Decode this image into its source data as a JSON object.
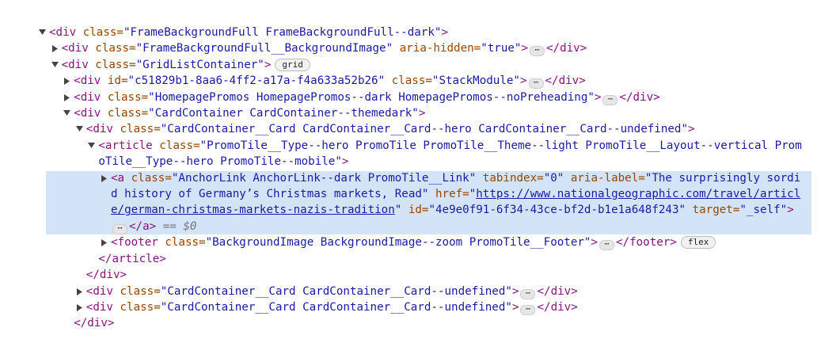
{
  "panel": "elements-dom-tree",
  "colors": {
    "tag": "#881280",
    "attr": "#994500",
    "value": "#1a1aa6",
    "selection": "#d3e3f8"
  },
  "lines": [
    {
      "level": 0,
      "arrow": "open",
      "tokens": [
        [
          "tag",
          "<div"
        ],
        [
          "attr",
          " class="
        ],
        [
          "val",
          "\"FrameBackgroundFull FrameBackgroundFull--dark\""
        ],
        [
          "tag",
          ">"
        ]
      ]
    },
    {
      "level": 1,
      "arrow": "closed",
      "tokens": [
        [
          "tag",
          "<div"
        ],
        [
          "attr",
          " class="
        ],
        [
          "val",
          "\"FrameBackgroundFull__BackgroundImage\""
        ],
        [
          "attr",
          " aria-hidden="
        ],
        [
          "val",
          "\"true\""
        ],
        [
          "tag",
          ">"
        ],
        [
          "ell",
          "⋯"
        ],
        [
          "tag",
          "</div>"
        ]
      ]
    },
    {
      "level": 1,
      "arrow": "open",
      "tokens": [
        [
          "tag",
          "<div"
        ],
        [
          "attr",
          " class="
        ],
        [
          "val",
          "\"GridListContainer\""
        ],
        [
          "tag",
          ">"
        ],
        [
          "badge",
          "grid"
        ]
      ]
    },
    {
      "level": 2,
      "arrow": "closed",
      "tokens": [
        [
          "tag",
          "<div"
        ],
        [
          "attr",
          " id="
        ],
        [
          "val",
          "\"c51829b1-8aa6-4ff2-a17a-f4a633a52b26\""
        ],
        [
          "attr",
          " class="
        ],
        [
          "val",
          "\"StackModule\""
        ],
        [
          "tag",
          ">"
        ],
        [
          "ell",
          "⋯"
        ],
        [
          "tag",
          "</div>"
        ]
      ]
    },
    {
      "level": 2,
      "arrow": "closed",
      "tokens": [
        [
          "tag",
          "<div"
        ],
        [
          "attr",
          " class="
        ],
        [
          "val",
          "\"HomepagePromos HomepagePromos--dark HomepagePromos--noPreheading\""
        ],
        [
          "tag",
          ">"
        ],
        [
          "ell",
          "⋯"
        ],
        [
          "tag",
          "</div>"
        ]
      ]
    },
    {
      "level": 2,
      "arrow": "open",
      "tokens": [
        [
          "tag",
          "<div"
        ],
        [
          "attr",
          " class="
        ],
        [
          "val",
          "\"CardContainer CardContainer--themedark\""
        ],
        [
          "tag",
          ">"
        ]
      ]
    },
    {
      "level": 3,
      "arrow": "open",
      "tokens": [
        [
          "tag",
          "<div"
        ],
        [
          "attr",
          " class="
        ],
        [
          "val",
          "\"CardContainer__Card CardContainer__Card--hero CardContainer__Card--undefined\""
        ],
        [
          "tag",
          ">"
        ]
      ]
    },
    {
      "level": 4,
      "arrow": "open",
      "tokens": [
        [
          "tag",
          "<article"
        ],
        [
          "attr",
          " class="
        ],
        [
          "val",
          "\"PromoTile__Type--hero PromoTile PromoTile__Theme--light PromoTile__Layout--vertical PromoTile__Type--hero PromoTile--mobile\""
        ],
        [
          "tag",
          ">"
        ]
      ]
    },
    {
      "level": 5,
      "arrow": "closed",
      "selected": true,
      "tokens": [
        [
          "tag",
          "<a"
        ],
        [
          "attr",
          " class="
        ],
        [
          "val",
          "\"AnchorLink AnchorLink--dark PromoTile__Link\""
        ],
        [
          "attr",
          " tabindex="
        ],
        [
          "val",
          "\"0\""
        ],
        [
          "attr",
          " aria-label="
        ],
        [
          "val",
          "\"The surprisingly sordid history of Germany’s Christmas markets, Read\""
        ],
        [
          "attr",
          " href="
        ],
        [
          "val",
          "\""
        ],
        [
          "link",
          "https://www.nationalgeographic.com/travel/article/german-christmas-markets-nazis-tradition"
        ],
        [
          "val",
          "\""
        ],
        [
          "attr",
          " id="
        ],
        [
          "val",
          "\"4e9e0f91-6f34-43ce-bf2d-b1e1a648f243\""
        ],
        [
          "attr",
          " target="
        ],
        [
          "val",
          "\"_self\""
        ],
        [
          "tag",
          ">"
        ],
        [
          "br",
          ""
        ],
        [
          "ell",
          "⋯"
        ],
        [
          "tag",
          "</a>"
        ],
        [
          "dim",
          " == "
        ],
        [
          "dimi",
          "$0"
        ]
      ]
    },
    {
      "level": 5,
      "arrow": "closed",
      "tokens": [
        [
          "tag",
          "<footer"
        ],
        [
          "attr",
          " class="
        ],
        [
          "val",
          "\"BackgroundImage BackgroundImage--zoom PromoTile__Footer\""
        ],
        [
          "tag",
          ">"
        ],
        [
          "ell",
          "⋯"
        ],
        [
          "tag",
          "</footer>"
        ],
        [
          "badge",
          "flex"
        ]
      ]
    },
    {
      "level": 4,
      "arrow": "",
      "tokens": [
        [
          "tag",
          "</article>"
        ]
      ]
    },
    {
      "level": 3,
      "arrow": "",
      "tokens": [
        [
          "tag",
          "</div>"
        ]
      ]
    },
    {
      "level": 3,
      "arrow": "closed",
      "tokens": [
        [
          "tag",
          "<div"
        ],
        [
          "attr",
          " class="
        ],
        [
          "val",
          "\"CardContainer__Card CardContainer__Card--undefined\""
        ],
        [
          "tag",
          ">"
        ],
        [
          "ell",
          "⋯"
        ],
        [
          "tag",
          "</div>"
        ]
      ]
    },
    {
      "level": 3,
      "arrow": "closed",
      "tokens": [
        [
          "tag",
          "<div"
        ],
        [
          "attr",
          " class="
        ],
        [
          "val",
          "\"CardContainer__Card CardContainer__Card--undefined\""
        ],
        [
          "tag",
          ">"
        ],
        [
          "ell",
          "⋯"
        ],
        [
          "tag",
          "</div>"
        ]
      ]
    },
    {
      "level": 2,
      "arrow": "",
      "tokens": [
        [
          "tag",
          "</div>"
        ]
      ]
    }
  ]
}
